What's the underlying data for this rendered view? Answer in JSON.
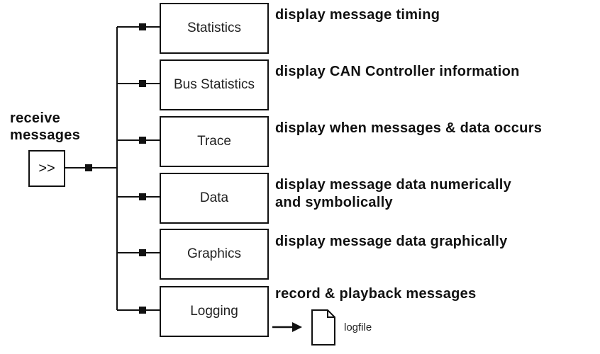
{
  "receive_label": [
    "receive",
    "messages"
  ],
  "source_symbol": ">>",
  "modules": [
    {
      "name": "Statistics",
      "description": [
        "display message timing"
      ]
    },
    {
      "name": "Bus Statistics",
      "description": [
        "display CAN Controller information"
      ]
    },
    {
      "name": "Trace",
      "description": [
        "display when messages & data occurs"
      ]
    },
    {
      "name": "Data",
      "description": [
        "display message data numerically",
        "and symbolically"
      ]
    },
    {
      "name": "Graphics",
      "description": [
        "display message data graphically"
      ]
    },
    {
      "name": "Logging",
      "description": [
        "record & playback messages"
      ]
    }
  ],
  "output_file": {
    "label": "logfile",
    "icon": "file-icon"
  }
}
